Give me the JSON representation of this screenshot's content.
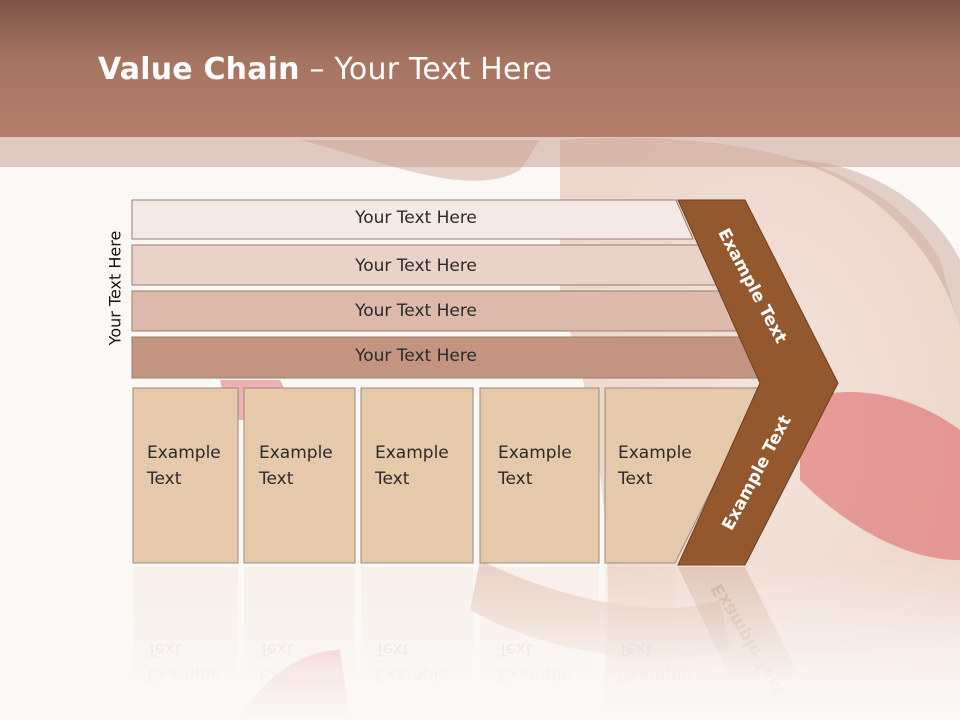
{
  "slide": {
    "title_bold": "Value Chain",
    "title_rest": " – Your Text Here"
  },
  "diagram": {
    "side_label": "Your Text Here",
    "bars": [
      {
        "label": "Your Text Here",
        "color": "#f4e9e4"
      },
      {
        "label": "Your Text Here",
        "color": "#e9d3c9"
      },
      {
        "label": "Your Text Here",
        "color": "#dcb9aa"
      },
      {
        "label": "Your Text Here",
        "color": "#c39581"
      }
    ],
    "cells": [
      {
        "line1": "Example",
        "line2": "Text"
      },
      {
        "line1": "Example",
        "line2": "Text"
      },
      {
        "line1": "Example",
        "line2": "Text"
      },
      {
        "line1": "Example",
        "line2": "Text"
      },
      {
        "line1": "Example",
        "line2": "Text"
      }
    ],
    "chevron": {
      "upper_label": "Example Text",
      "lower_label": "Example Text",
      "color": "#94582e"
    },
    "cell_color": "#e6c8aa"
  }
}
